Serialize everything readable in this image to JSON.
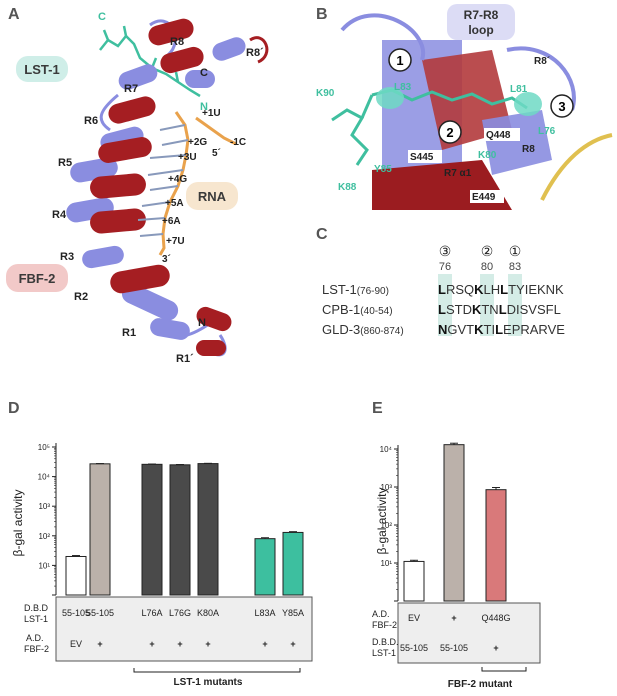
{
  "panels": {
    "A": {
      "letter": "A",
      "labels": {
        "lst1": "LST-1",
        "rna": "RNA",
        "fbf2": "FBF-2",
        "c_top": "C",
        "c_mid": "C",
        "n_mid": "N",
        "n_bot": "N",
        "r1": "R1",
        "r1p": "R1´",
        "r2": "R2",
        "r3": "R3",
        "r4": "R4",
        "r5": "R5",
        "r6": "R6",
        "r7": "R7",
        "r8": "R8",
        "r8p": "R8´",
        "nt_p1u": "+1U",
        "nt_p2g": "+2G",
        "nt_m1c": "-1C",
        "nt_5p": "5´",
        "nt_p3u": "+3U",
        "nt_p4g": "+4G",
        "nt_p5a": "+5A",
        "nt_p6a": "+6A",
        "nt_p7u": "+7U",
        "nt_3p": "3´"
      }
    },
    "B": {
      "letter": "B",
      "labels": {
        "loop_l1": "R7-R8",
        "loop_l2": "loop",
        "r8p": "R8´",
        "site1": "1",
        "site2": "2",
        "site3": "3",
        "k90": "K90",
        "l83": "L83",
        "l81": "L81",
        "l76": "L76",
        "q448": "Q448",
        "s445": "S445",
        "k80": "K80",
        "y85": "Y85",
        "k88": "K88",
        "r8": "R8",
        "r7a1": "R7 α1",
        "e449": "E449"
      }
    },
    "C": {
      "letter": "C",
      "site_markers": [
        "③",
        "②",
        "①"
      ],
      "site_positions": [
        "76",
        "80",
        "83"
      ],
      "rows": [
        {
          "name": "LST-1",
          "range": "(76-90)",
          "h1": "L",
          "p1": "RSQ",
          "h2": "K",
          "p2": "LH",
          "h3": "L",
          "p3": "TYIEKNK"
        },
        {
          "name": "CPB-1",
          "range": "(40-54)",
          "h1": "L",
          "p1": "STD",
          "h2": "K",
          "p2": "TN",
          "h3": "L",
          "p3": "DISVSFL"
        },
        {
          "name": "GLD-3",
          "range": "(860-874)",
          "h1": "N",
          "p1": "GVT",
          "h2": "K",
          "p2": "TI",
          "h3": "L",
          "p3": "EPRARVE"
        }
      ]
    },
    "D": {
      "letter": "D",
      "ylabel": "β-gal activity",
      "row_labels": {
        "dbd_l1": "D.B.D",
        "dbd_l2": "LST-1",
        "ad_l1": "A.D.",
        "ad_l2": "FBF-2"
      },
      "ad_values": [
        "EV",
        "+",
        "+",
        "+",
        "+",
        "+",
        "+"
      ],
      "bracket_label": "LST-1 mutants"
    },
    "E": {
      "letter": "E",
      "ylabel": "β-gal activity",
      "row_labels": {
        "ad_l1": "A.D.",
        "ad_l2": "FBF-2",
        "dbd_l1": "D.B.D.",
        "dbd_l2": "LST-1"
      },
      "ad_values": [
        "EV",
        "+",
        "Q448G"
      ],
      "dbd_values": [
        "55-105",
        "55-105",
        "+"
      ],
      "bracket_label": "FBF-2 mutant"
    }
  },
  "colors": {
    "blue_helix": "#8a8de0",
    "red_helix": "#a51e22",
    "teal": "#3fbf9f",
    "lst1_box": "#cfeee8",
    "rna_box": "#f7e6cf",
    "fbf2_box": "#f2c9c8",
    "loop_box": "#dcdcf5",
    "bar_white": "#ffffff",
    "bar_gray": "#bbb1aa",
    "bar_dark": "#4a4a4a",
    "bar_teal": "#3dbf9f",
    "bar_red": "#d9797a",
    "highlight": "#d4ece6"
  },
  "chart_data": [
    {
      "type": "bar",
      "panel": "D",
      "categories": [
        "55-105",
        "55-105",
        "L76A",
        "L76G",
        "K80A",
        "L83A",
        "Y85A"
      ],
      "values": [
        20,
        27000,
        26000,
        25000,
        27500,
        80,
        130
      ],
      "errors": [
        1.5,
        600,
        600,
        600,
        600,
        6,
        8
      ],
      "colors": [
        "#ffffff",
        "#bbb1aa",
        "#4a4a4a",
        "#4a4a4a",
        "#4a4a4a",
        "#3dbf9f",
        "#3dbf9f"
      ],
      "ylabel": "β-gal activity",
      "yscale": "log",
      "ylim": [
        1,
        100000
      ],
      "yticks": [
        1,
        10,
        100,
        1000,
        10000,
        100000
      ],
      "ytick_labels": [
        "1",
        "10¹",
        "10²",
        "10³",
        "10⁴",
        "10⁵"
      ],
      "xlabel": ""
    },
    {
      "type": "bar",
      "panel": "E",
      "categories": [
        "EV",
        "+",
        "Q448G"
      ],
      "values": [
        11,
        13000,
        850
      ],
      "errors": [
        0.8,
        1200,
        120
      ],
      "colors": [
        "#ffffff",
        "#bbb1aa",
        "#d9797a"
      ],
      "ylabel": "β-gal activity",
      "yscale": "log",
      "ylim": [
        1,
        10000
      ],
      "yticks": [
        1,
        10,
        100,
        1000,
        10000
      ],
      "ytick_labels": [
        "1",
        "10¹",
        "10²",
        "10³",
        "10⁴"
      ],
      "xlabel": ""
    }
  ]
}
